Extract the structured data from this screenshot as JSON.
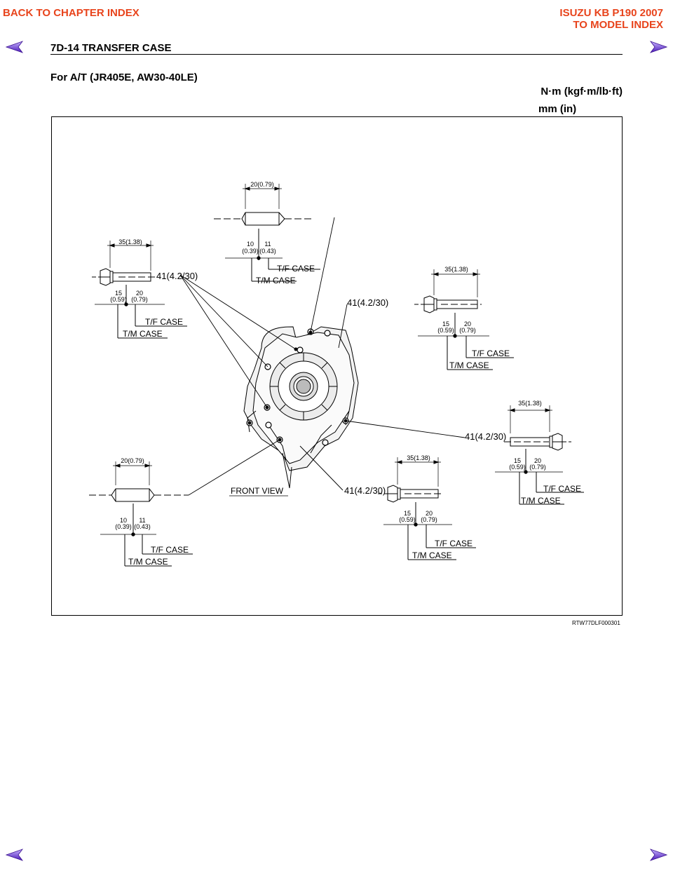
{
  "nav": {
    "back_to_chapter": "BACK TO CHAPTER INDEX",
    "model_line1": "ISUZU KB P190 2007",
    "model_line2": "TO MODEL INDEX"
  },
  "header": {
    "page_title": "7D-14  TRANSFER CASE"
  },
  "section_title": "For A/T (JR405E, AW30-40LE)",
  "units": {
    "torque": "N·m (kgf·m/lb·ft)",
    "length": "mm (in)"
  },
  "figure": {
    "id": "RTW77DLF000301",
    "front_view": "FRONT VIEW",
    "torque_label": "41(4.2/30)",
    "dim_35": "35(1.38)",
    "dim_20": "20(0.79)",
    "bolt_dims": {
      "a_top": "15",
      "a_bot": "(0.59)",
      "b_top": "20",
      "b_bot": "(0.79)"
    },
    "stud_dims": {
      "a_top": "10",
      "a_bot": "(0.39)",
      "b_top": "11",
      "b_bot": "(0.43)"
    },
    "tf_case": "T/F CASE",
    "tm_case": "T/M CASE"
  },
  "colors": {
    "nav": "#e8441c",
    "arrow": "#6a2bd6"
  },
  "icons": {
    "prev": "left-arrow-icon",
    "next": "right-arrow-icon"
  }
}
